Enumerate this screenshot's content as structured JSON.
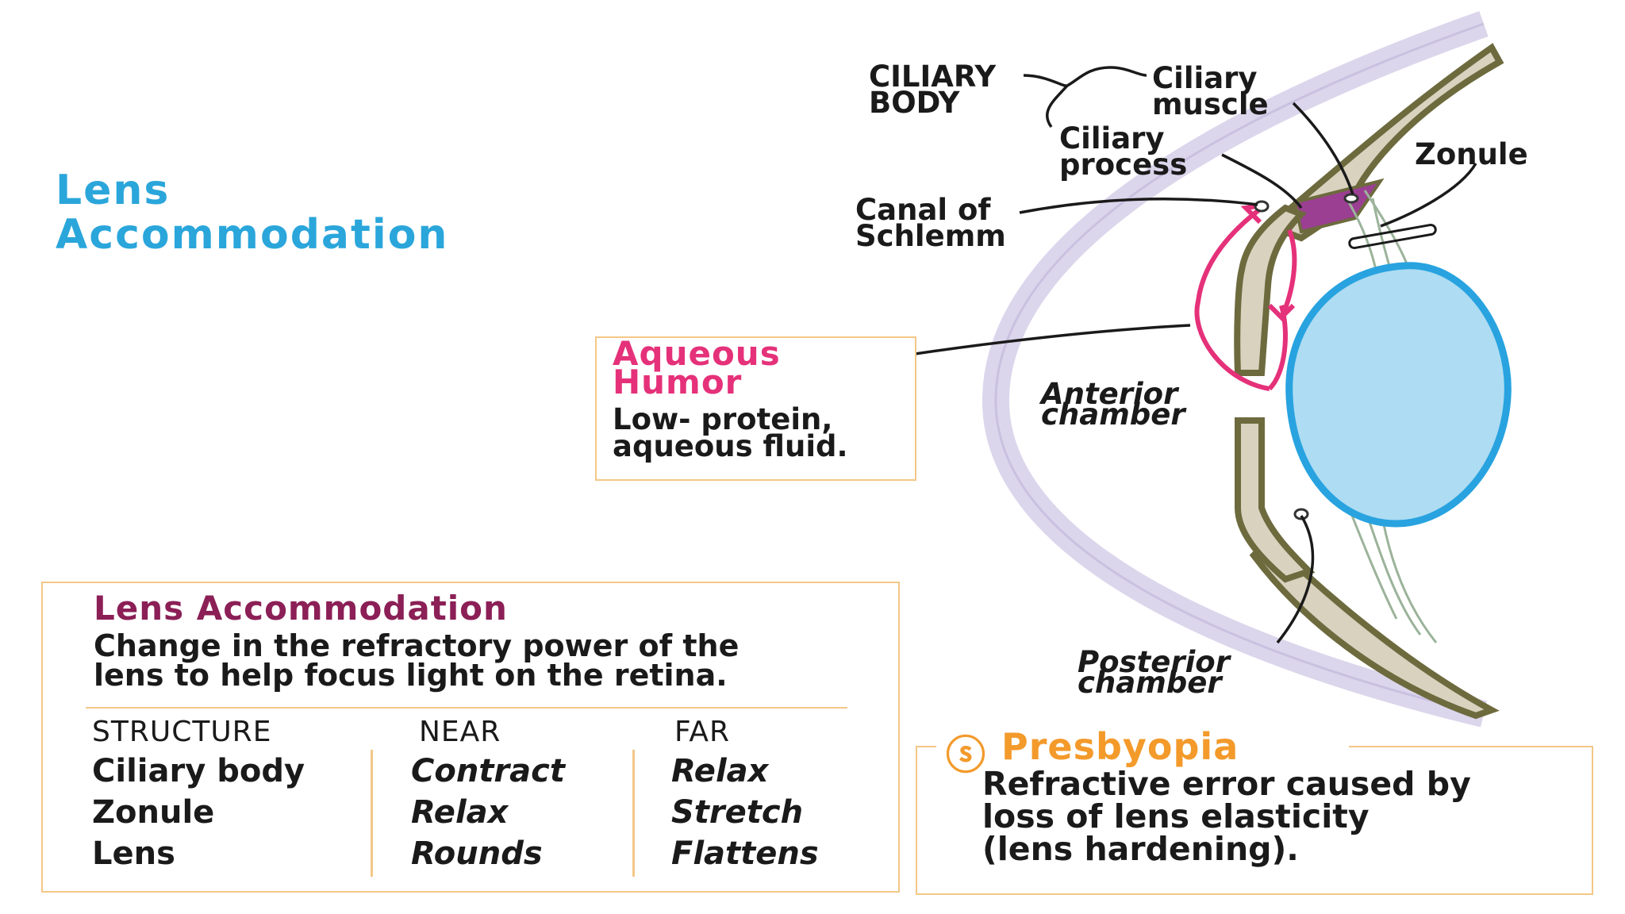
{
  "title": {
    "line1": "Lens",
    "line2": "Accommodation"
  },
  "labels": {
    "ciliary_body_line1": "CILIARY",
    "ciliary_body_line2": "BODY",
    "ciliary_muscle_line1": "Ciliary",
    "ciliary_muscle_line2": "muscle",
    "ciliary_process_line1": "Ciliary",
    "ciliary_process_line2": "process",
    "zonule": "Zonule",
    "canal_line1": "Canal of",
    "canal_line2": "Schlemm",
    "anterior_line1": "Anterior",
    "anterior_line2": "chamber",
    "posterior_line1": "Posterior",
    "posterior_line2": "chamber"
  },
  "aqueous": {
    "title_line1": "Aqueous",
    "title_line2": "Humor",
    "desc_line1": "Low- protein,",
    "desc_line2": "aqueous fluid."
  },
  "lens_accommodation": {
    "title": "Lens Accommodation",
    "desc_line1": "Change in the refractory power of the",
    "desc_line2": "lens to help focus light on the retina.",
    "headers": [
      "STRUCTURE",
      "NEAR",
      "FAR"
    ],
    "rows": [
      [
        "Ciliary body",
        "Contract",
        "Relax"
      ],
      [
        "Zonule",
        "Relax",
        "Stretch"
      ],
      [
        "Lens",
        "Rounds",
        "Flattens"
      ]
    ]
  },
  "presbyopia": {
    "icon": "caduceus-icon",
    "title": "Presbyopia",
    "desc_line1": "Refractive error caused by",
    "desc_line2": "loss of lens elasticity",
    "desc_line3": "(lens hardening)."
  },
  "colors": {
    "title": "#2aa6db",
    "aqueous": "#e5317a",
    "lens_acc_title": "#8b1f56",
    "presbyopia": "#f39a2b",
    "lens_fill": "#aedcf2",
    "lens_stroke": "#28a3e0",
    "box_border": "#f3c787"
  }
}
